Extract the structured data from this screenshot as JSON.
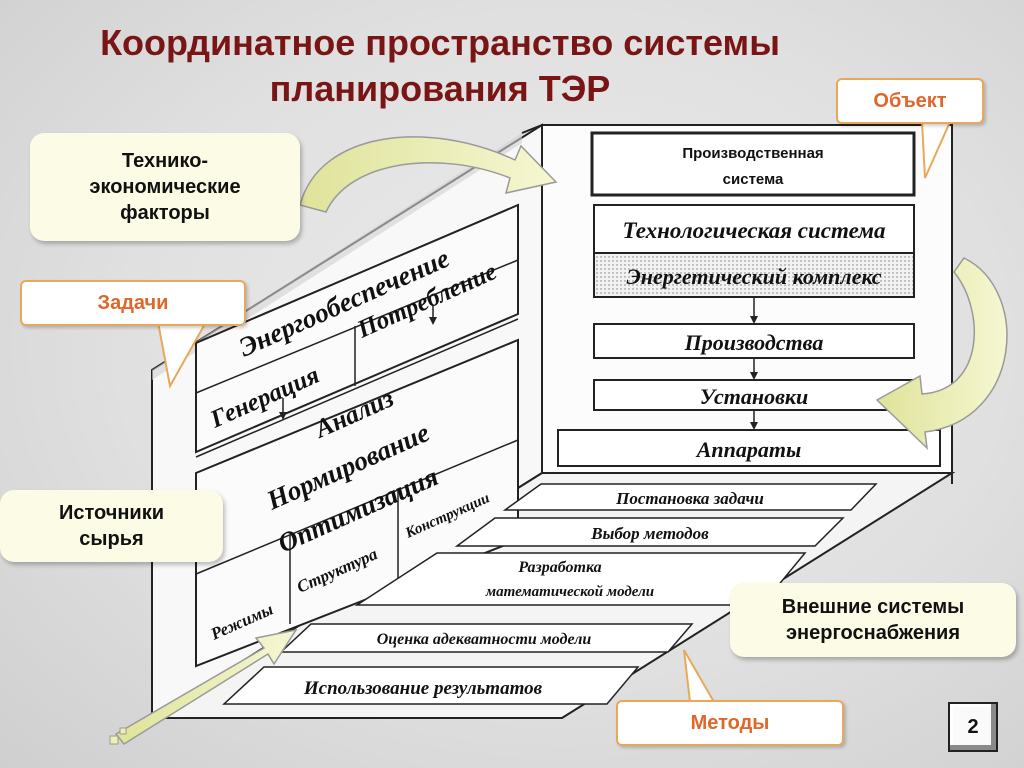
{
  "title": {
    "line1": "Координатное пространство системы",
    "line2": "планирования ТЭР"
  },
  "callouts": {
    "tech_econ": [
      "Технико-",
      "экономические",
      "факторы"
    ],
    "raw": [
      "Источники",
      "сырья"
    ],
    "external": [
      "Внешние системы",
      "энергоснабжения"
    ]
  },
  "tags": {
    "object": "Объект",
    "tasks": "Задачи",
    "methods": "Методы"
  },
  "object_plane": {
    "header": [
      "Производственная",
      "система"
    ],
    "tech_system": "Технологическая система",
    "energy_complex": "Энергетический комплекс",
    "productions": "Производства",
    "installations": "Установки",
    "apparatus": "Аппараты"
  },
  "tasks_plane": {
    "energy_supply": "Энергообеспечение",
    "generation": "Генерация",
    "consumption": "Потребление",
    "analysis": "Анализ",
    "normalization": "Нормирование",
    "optimization": "Оптимизация",
    "modes": "Режимы",
    "structure": "Структура",
    "constructions": "Конструкции"
  },
  "methods_plane": {
    "problem_statement": "Постановка задачи",
    "method_choice": "Выбор методов",
    "model_dev_1": "Разработка",
    "model_dev_2": "математической модели",
    "model_adequacy": "Оценка адекватности модели",
    "results_use": "Использование результатов"
  },
  "page_number": "2",
  "colors": {
    "title": "#7a1515",
    "tag_text": "#e0672a",
    "tag_border": "#e8a85a",
    "callout_bg": "#fbfbe6",
    "arrow_fill": "#eef0b0"
  }
}
